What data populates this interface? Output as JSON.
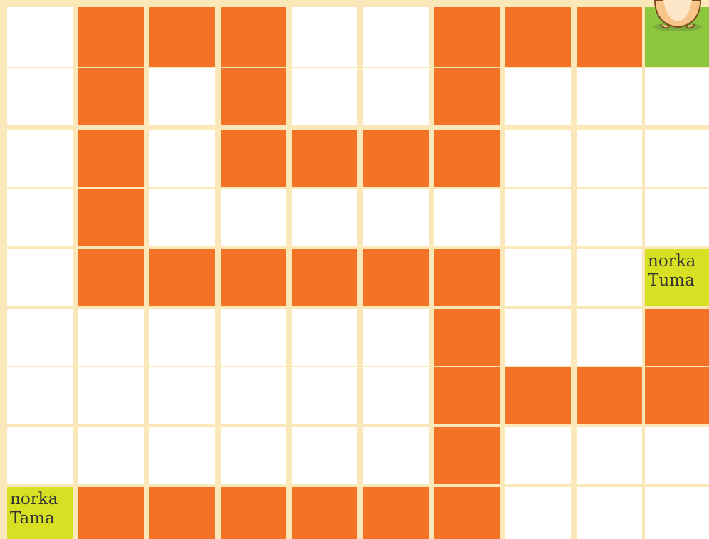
{
  "game": {
    "colors": {
      "grid_line": "#fbe8b8",
      "path": "#f37225",
      "empty": "#ffffff",
      "start": "#8dc63f",
      "burrow": "#d8e024"
    },
    "grid": [
      [
        "empty",
        "path",
        "path",
        "path",
        "empty",
        "empty",
        "path",
        "path",
        "path",
        "start"
      ],
      [
        "empty",
        "path",
        "empty",
        "path",
        "empty",
        "empty",
        "path",
        "empty",
        "empty",
        "empty"
      ],
      [
        "empty",
        "path",
        "empty",
        "path",
        "path",
        "path",
        "path",
        "empty",
        "empty",
        "empty"
      ],
      [
        "empty",
        "path",
        "empty",
        "empty",
        "empty",
        "empty",
        "empty",
        "empty",
        "empty",
        "empty"
      ],
      [
        "empty",
        "path",
        "path",
        "path",
        "path",
        "path",
        "path",
        "empty",
        "empty",
        "burrow"
      ],
      [
        "empty",
        "empty",
        "empty",
        "empty",
        "empty",
        "empty",
        "path",
        "empty",
        "empty",
        "path"
      ],
      [
        "empty",
        "empty",
        "empty",
        "empty",
        "empty",
        "empty",
        "path",
        "path",
        "path",
        "path"
      ],
      [
        "empty",
        "empty",
        "empty",
        "empty",
        "empty",
        "empty",
        "path",
        "empty",
        "empty",
        "empty"
      ],
      [
        "burrow",
        "path",
        "path",
        "path",
        "path",
        "path",
        "path",
        "empty",
        "empty",
        "empty"
      ]
    ],
    "burrows": [
      {
        "row": 4,
        "col": 9,
        "line1": "norka",
        "line2": "Tuma"
      },
      {
        "row": 8,
        "col": 0,
        "line1": "norka",
        "line2": "Tama"
      }
    ],
    "character": {
      "icon": "hamster-icon",
      "row": 0,
      "col": 9
    }
  }
}
